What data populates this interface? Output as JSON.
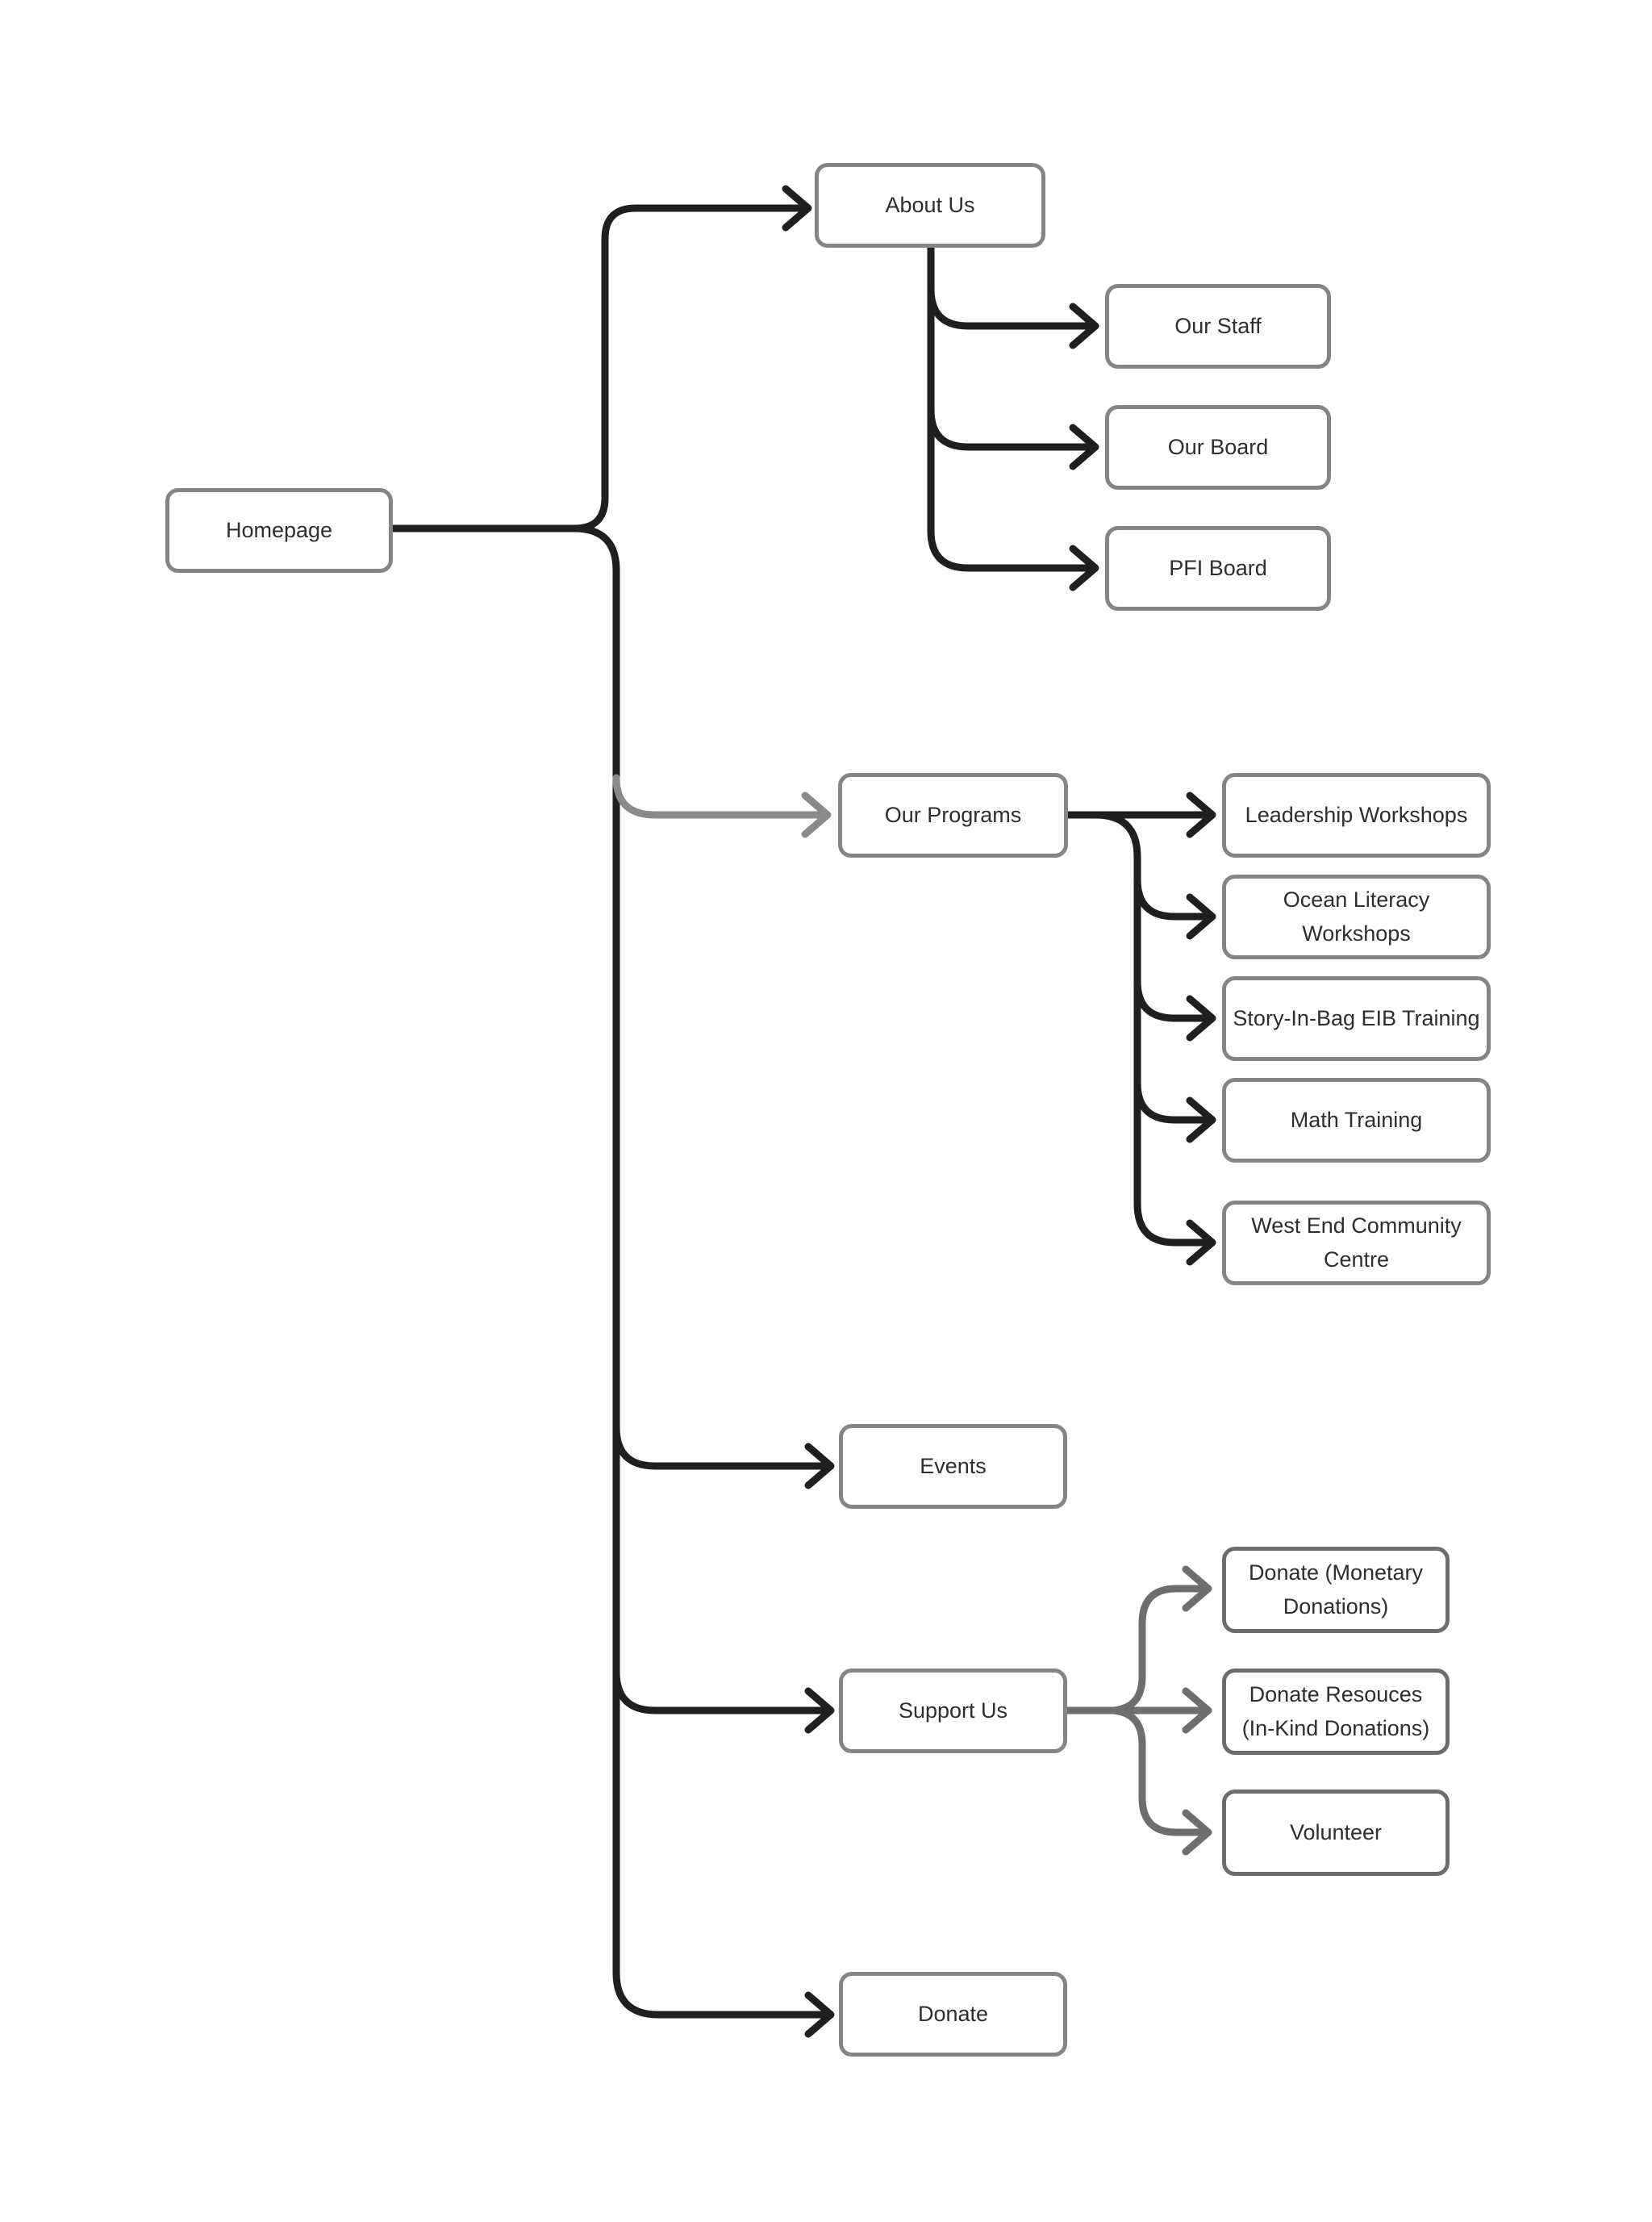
{
  "nodes": {
    "homepage": {
      "label": "Homepage"
    },
    "about_us": {
      "label": "About Us"
    },
    "our_staff": {
      "label": "Our Staff"
    },
    "our_board": {
      "label": "Our Board"
    },
    "pfi_board": {
      "label": "PFI Board"
    },
    "our_programs": {
      "label": "Our Programs"
    },
    "leadership_workshops": {
      "label": "Leadership Workshops"
    },
    "ocean_literacy_workshops": {
      "label": "Ocean Literacy\nWorkshops"
    },
    "story_in_bag_eib_training": {
      "label": "Story-In-Bag EIB Training"
    },
    "math_training": {
      "label": "Math Training"
    },
    "west_end_community_centre": {
      "label": "West End Community\nCentre"
    },
    "events": {
      "label": "Events"
    },
    "support_us": {
      "label": "Support Us"
    },
    "donate_monetary": {
      "label": "Donate (Monetary\nDonations)"
    },
    "donate_resources": {
      "label": "Donate Resouces\n(In-Kind Donations)"
    },
    "volunteer": {
      "label": "Volunteer"
    },
    "donate": {
      "label": "Donate"
    }
  },
  "edges": [
    {
      "from": "Homepage",
      "to": "About Us",
      "color": "#1f1f1f"
    },
    {
      "from": "Homepage",
      "to": "Our Programs",
      "color": "#8a8a8a"
    },
    {
      "from": "Homepage",
      "to": "Events",
      "color": "#1f1f1f"
    },
    {
      "from": "Homepage",
      "to": "Support Us",
      "color": "#1f1f1f"
    },
    {
      "from": "Homepage",
      "to": "Donate",
      "color": "#1f1f1f"
    },
    {
      "from": "About Us",
      "to": "Our Staff",
      "color": "#1f1f1f"
    },
    {
      "from": "About Us",
      "to": "Our Board",
      "color": "#1f1f1f"
    },
    {
      "from": "About Us",
      "to": "PFI Board",
      "color": "#1f1f1f"
    },
    {
      "from": "Our Programs",
      "to": "Leadership Workshops",
      "color": "#1f1f1f"
    },
    {
      "from": "Our Programs",
      "to": "Ocean Literacy Workshops",
      "color": "#1f1f1f"
    },
    {
      "from": "Our Programs",
      "to": "Story-In-Bag EIB Training",
      "color": "#1f1f1f"
    },
    {
      "from": "Our Programs",
      "to": "Math Training",
      "color": "#1f1f1f"
    },
    {
      "from": "Our Programs",
      "to": "West End Community Centre",
      "color": "#1f1f1f"
    },
    {
      "from": "Support Us",
      "to": "Donate (Monetary Donations)",
      "color": "#6e6e6e"
    },
    {
      "from": "Support Us",
      "to": "Donate Resouces (In-Kind Donations)",
      "color": "#6e6e6e"
    },
    {
      "from": "Support Us",
      "to": "Volunteer",
      "color": "#6e6e6e"
    }
  ],
  "colors": {
    "background": "#ffffff",
    "connector_black": "#1f1f1f",
    "connector_gray": "#8a8a8a",
    "connector_dark_gray": "#6e6e6e",
    "box_border": "#858585",
    "box_border_dark": "#6d6d6d",
    "text": "#2e2e2e"
  }
}
